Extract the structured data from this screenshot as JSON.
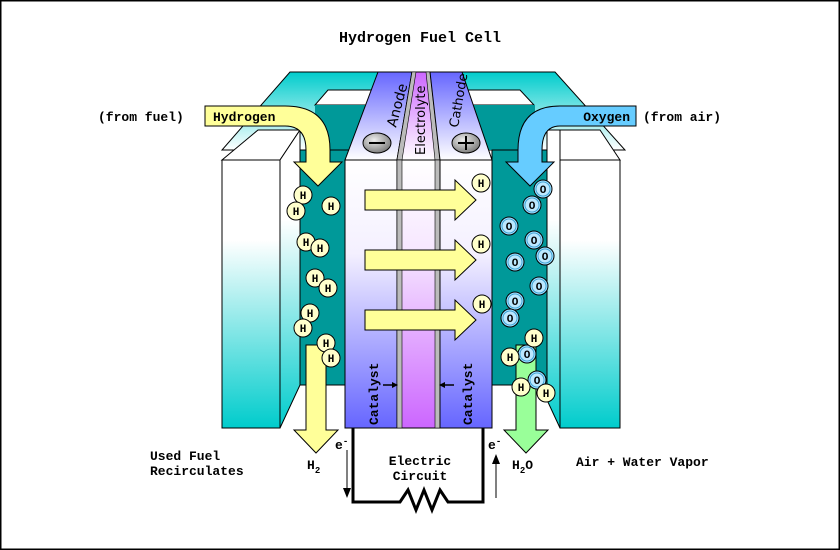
{
  "title": "Hydrogen Fuel Cell",
  "inputs": {
    "hydrogen_label": "Hydrogen",
    "hydrogen_source": "(from fuel)",
    "oxygen_label": "Oxygen",
    "oxygen_source": "(from air)"
  },
  "layers": {
    "anode": "Anode",
    "electrolyte": "Electrolyte",
    "cathode": "Cathode",
    "anode_sign": "−",
    "cathode_sign": "+",
    "catalyst_left": "Catalyst",
    "catalyst_right": "Catalyst"
  },
  "particles": {
    "hydrogen_symbol": "H",
    "oxygen_symbol": "O"
  },
  "outputs": {
    "used_fuel_line1": "Used Fuel",
    "used_fuel_line2": "Recirculates",
    "h2_label": "H",
    "h2_sub": "2",
    "h2o_label_h": "H",
    "h2o_sub": "2",
    "h2o_label_o": "O",
    "air_water_vapor": "Air + Water Vapor"
  },
  "circuit": {
    "line1": "Electric",
    "line2": "Circuit",
    "electron_left": "e",
    "electron_right": "e",
    "electron_charge": "-"
  },
  "colors": {
    "teal_dark": "#009999",
    "teal_light": "#00cccc",
    "hydrogen_yellow": "#ffff99",
    "oxygen_blue": "#66ccff",
    "water_green": "#99ff99",
    "anode_blue": "#6666ff",
    "electrolyte_purple": "#cc66ff"
  }
}
